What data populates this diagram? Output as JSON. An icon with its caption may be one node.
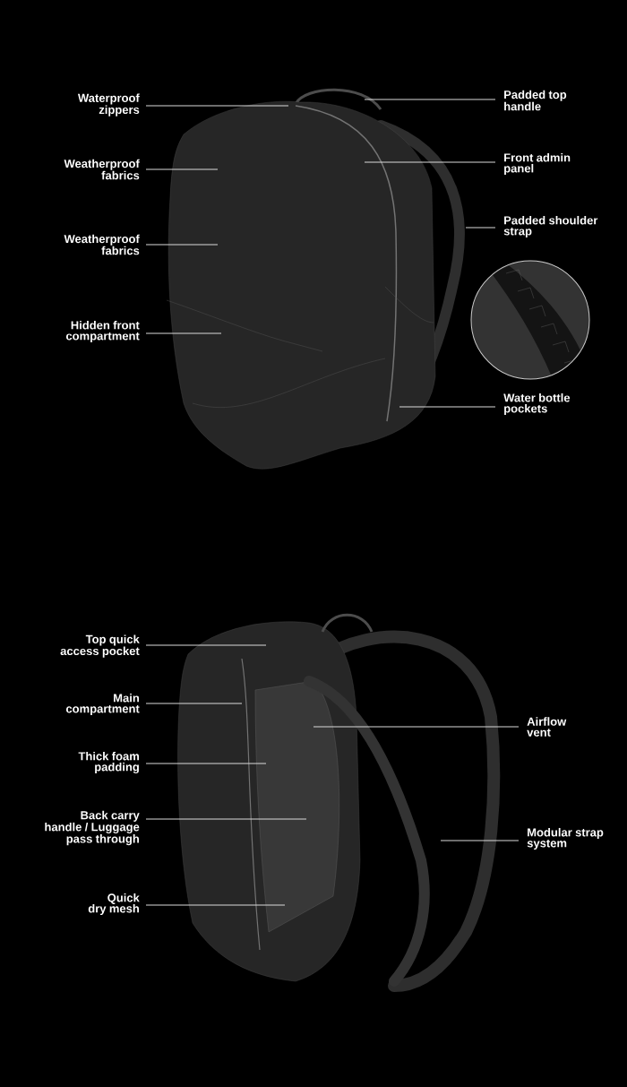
{
  "diagram": {
    "nodes": [
      {
        "text": [
          "Waterproof zippers"
        ]
      },
      {
        "text": [
          "Weatherproof fabrics"
        ]
      },
      {
        "text": [
          "Weatherproof fabrics"
        ]
      },
      {
        "text": [
          "Hidden front compartment"
        ]
      },
      {
        "text": [
          "Padded top handle"
        ]
      },
      {
        "text": [
          "Front admin panel"
        ]
      },
      {
        "text": [
          "Padded shoulder strap"
        ]
      },
      {
        "text": [
          "Water bottle pockets"
        ]
      },
      {
        "text": [
          "Top quick access pocket"
        ]
      },
      {
        "text": [
          "Main compartment"
        ]
      },
      {
        "text": [
          "Thick foam padding"
        ]
      },
      {
        "text": [
          "Back carry handle / Luggage pass through"
        ]
      },
      {
        "text": [
          "Quick dry mesh"
        ]
      },
      {
        "text": [
          "Airflow vent"
        ]
      },
      {
        "text": [
          "Modular strap system"
        ]
      }
    ],
    "edges": [
      {
        "from": 0,
        "to": null,
        "arrow": "none"
      },
      {
        "from": 1,
        "to": null,
        "arrow": "none"
      },
      {
        "from": 2,
        "to": null,
        "arrow": "none"
      },
      {
        "from": 3,
        "to": null,
        "arrow": "none"
      },
      {
        "from": 4,
        "to": null,
        "arrow": "none"
      },
      {
        "from": 5,
        "to": null,
        "arrow": "none"
      },
      {
        "from": 6,
        "to": null,
        "arrow": "none"
      },
      {
        "from": 7,
        "to": null,
        "arrow": "none"
      },
      {
        "from": 8,
        "to": null,
        "arrow": "none"
      },
      {
        "from": 9,
        "to": null,
        "arrow": "none"
      },
      {
        "from": 10,
        "to": null,
        "arrow": "none"
      },
      {
        "from": 11,
        "to": null,
        "arrow": "none"
      },
      {
        "from": 12,
        "to": null,
        "arrow": "none"
      },
      {
        "from": 13,
        "to": null,
        "arrow": "none"
      },
      {
        "from": 14,
        "to": null,
        "arrow": "none"
      }
    ]
  }
}
